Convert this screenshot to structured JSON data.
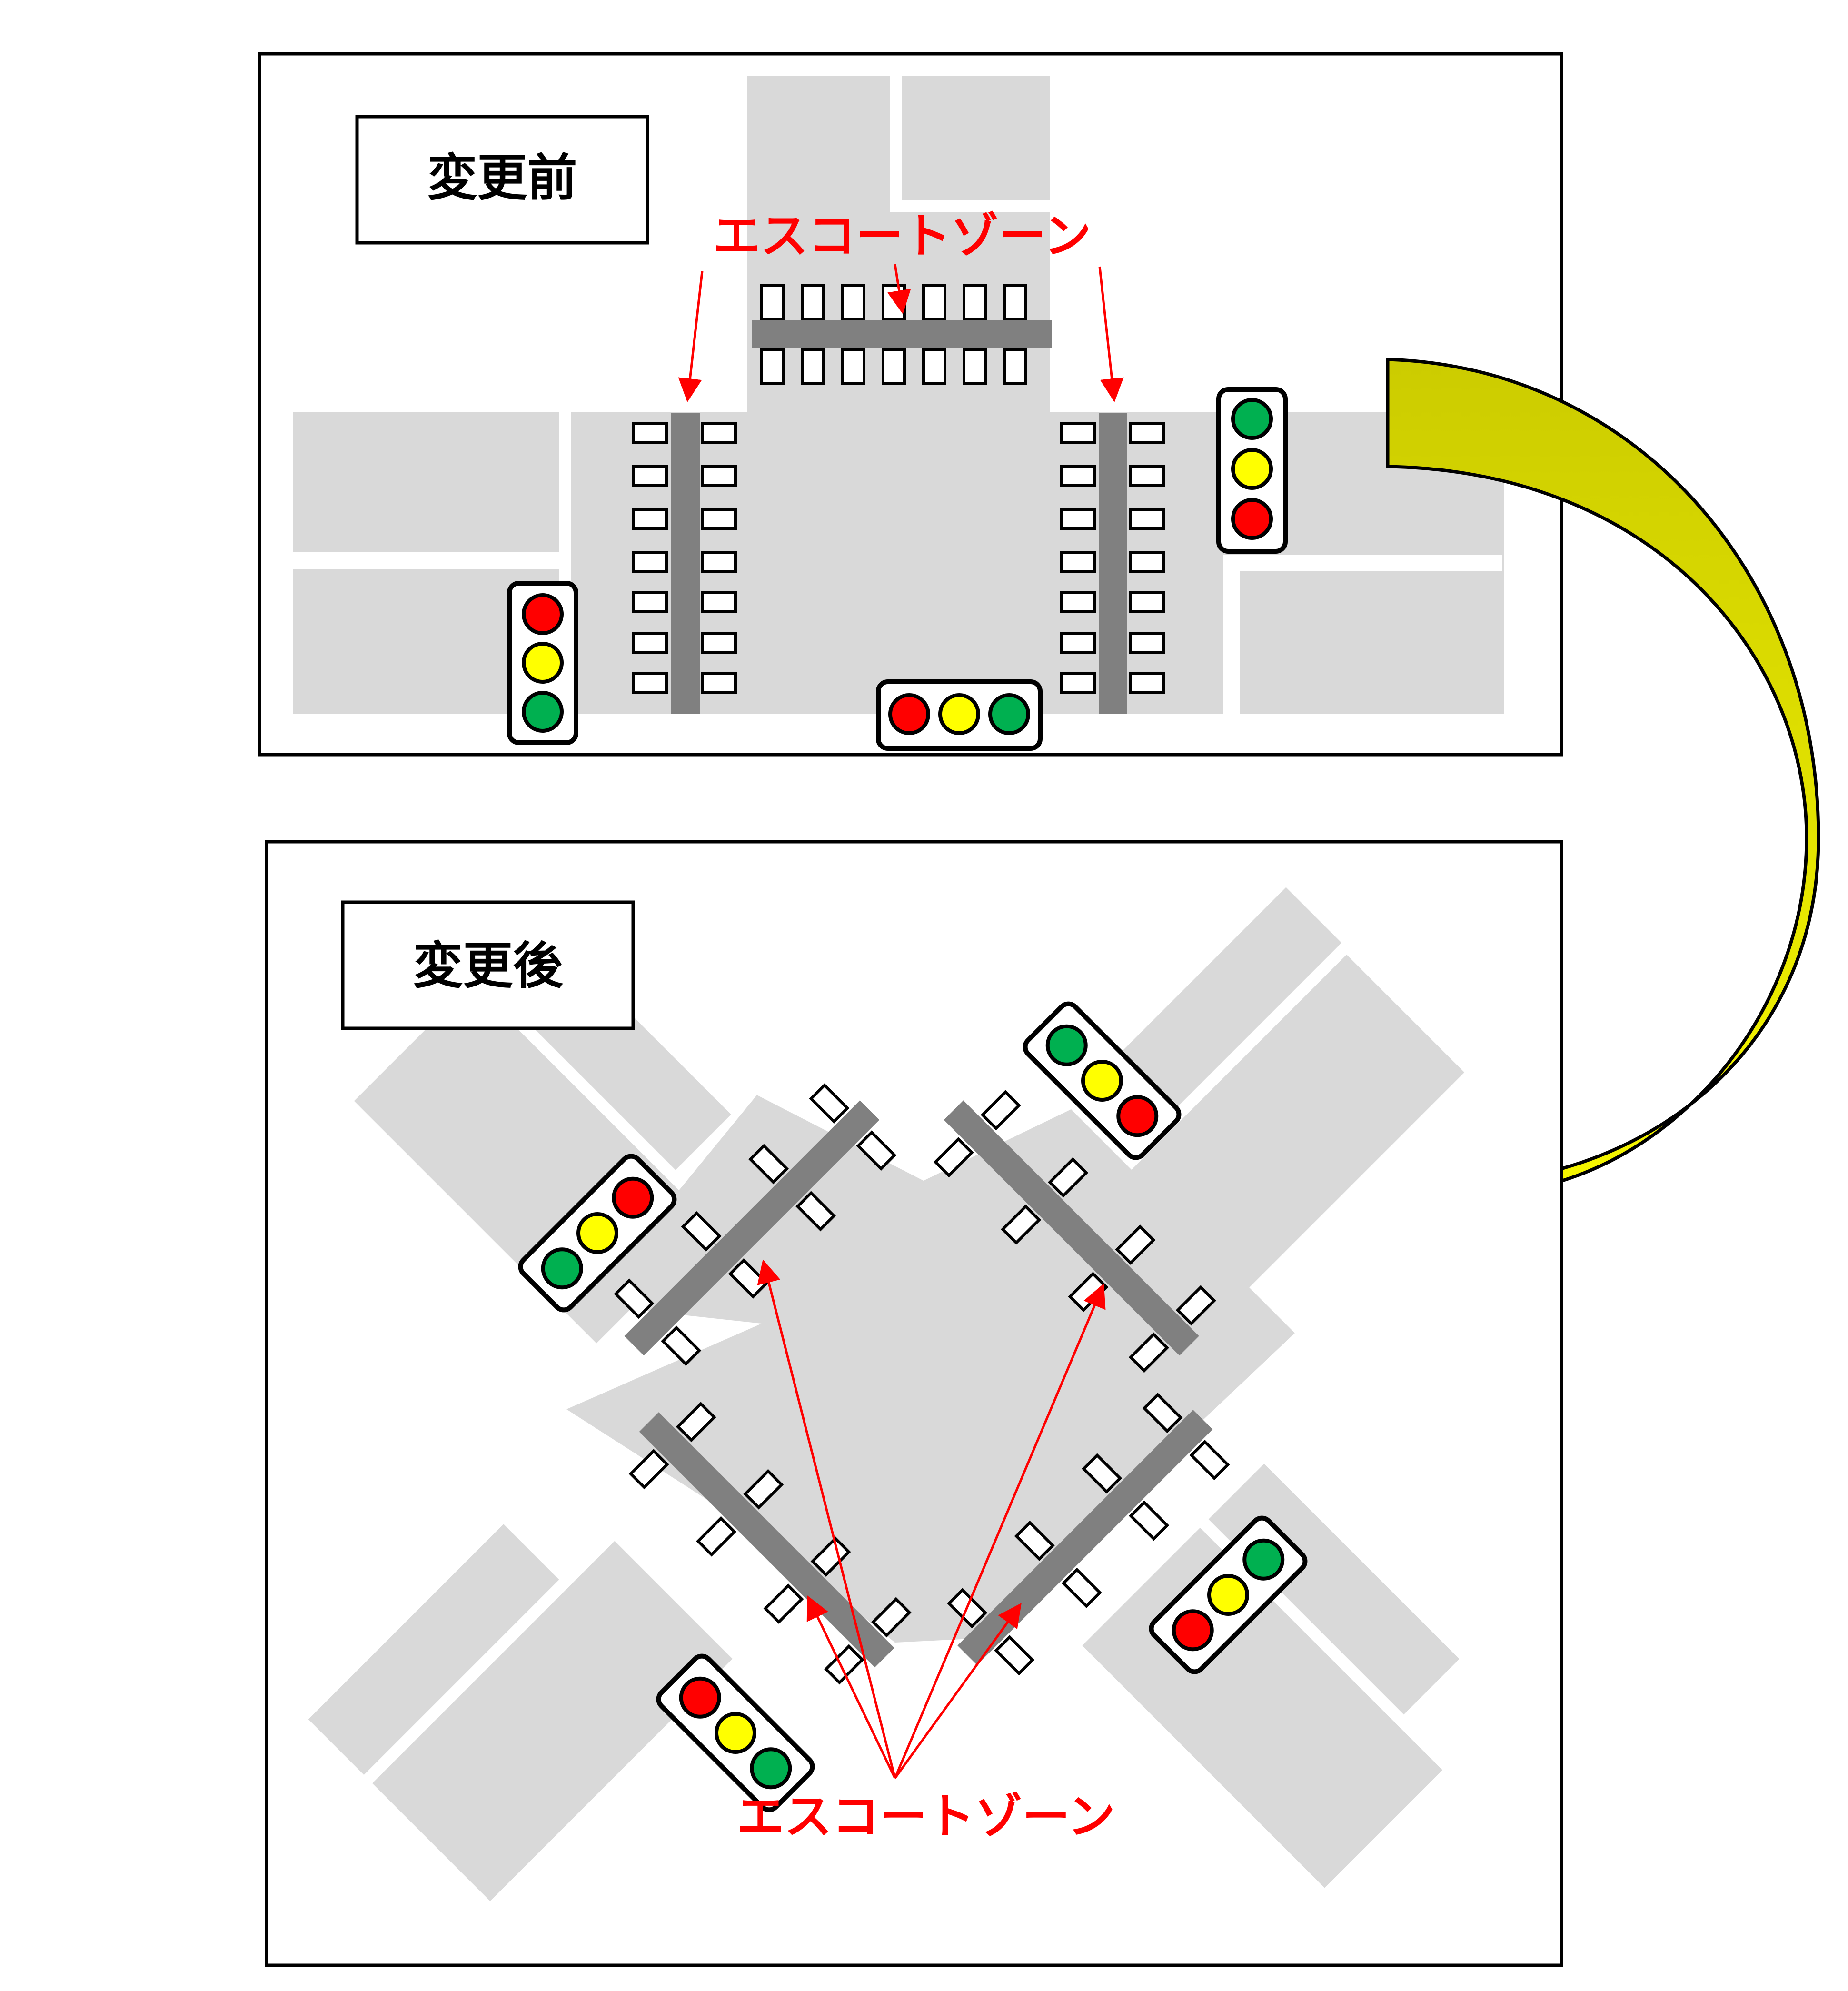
{
  "before": {
    "label": "変更前",
    "escort_zone": "エスコートゾーン"
  },
  "after": {
    "label": "変更後",
    "escort_zone": "エスコートゾーン"
  },
  "colors": {
    "frame": "#000000",
    "road_block": "#d9d9d9",
    "escort_bar": "#808080",
    "annotation": "#ff0000",
    "signal_red": "#ff0000",
    "signal_yellow": "#ffff00",
    "signal_green": "#00b050",
    "arrow_top": "#cccc00",
    "arrow_bottom": "#ffff00"
  },
  "icons": [
    "traffic-signal-icon",
    "crosswalk-stripe-icon",
    "escort-zone-bar-icon",
    "transition-arrow-icon"
  ]
}
